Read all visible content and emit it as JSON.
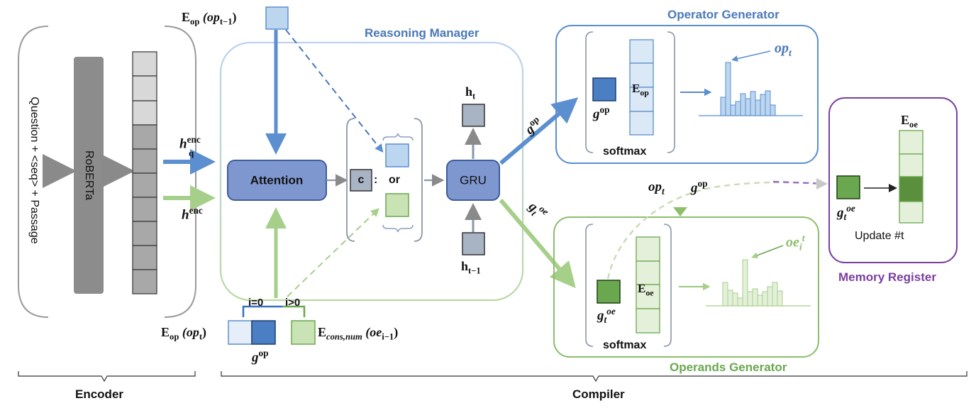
{
  "encoder_side_label": "Question + <seq> + Passage",
  "roberta_label": "RoBERTa",
  "sections": {
    "encoder": "Encoder",
    "compiler": "Compiler"
  },
  "modules": {
    "reasoning_manager": "Reasoning Manager",
    "operator_generator": "Operator Generator",
    "operands_generator": "Operands Generator",
    "memory_register": "Memory Register"
  },
  "boxes": {
    "attention": "Attention",
    "gru": "GRU",
    "c": "c",
    "colon": ":",
    "or": "or",
    "softmax_op": "softmax",
    "softmax_oe": "softmax",
    "update": "Update #t"
  },
  "math": {
    "e_op_prev": {
      "main": "E",
      "sub": "op",
      "arg_prefix": "(op",
      "arg_sub": "t−1",
      "arg_suffix": ")"
    },
    "e_op_cur": {
      "main": "E",
      "sub": "op",
      "arg_prefix": "(op",
      "arg_sub": "t",
      "arg_suffix": ")"
    },
    "e_cons_num": {
      "main": "E",
      "sub": "cons,num",
      "arg_prefix": "(oe",
      "arg_sub": "i−1",
      "arg_suffix": ")"
    },
    "h_q_enc": {
      "main": "h",
      "sub": "q",
      "sup": "enc"
    },
    "h_enc": {
      "main": "h",
      "sup": "enc"
    },
    "g_op_bottom": {
      "main": "g",
      "sup": "op"
    },
    "g_op_arrow": {
      "main": "g",
      "sup": "op"
    },
    "g_op_box": {
      "main": "g",
      "sup": "op"
    },
    "g_t_oe_arrow": {
      "main": "g",
      "sub": "t",
      "sup": "oe"
    },
    "g_t_oe_box": {
      "main": "g",
      "sub": "t",
      "sup": "oe"
    },
    "g_t_oe_mem": {
      "main": "g",
      "sub": "t",
      "sup": "oe"
    },
    "h_t": {
      "main": "h",
      "sub": "t"
    },
    "h_t_minus_1": {
      "main": "h",
      "sub": "t−1"
    },
    "E_op_col": {
      "main": "E",
      "sub": "op"
    },
    "E_oe_col": {
      "main": "E",
      "sub": "oe"
    },
    "E_oe_mem": {
      "main": "E",
      "sub": "oe"
    },
    "op_t_out": {
      "main": "op",
      "sub": "t"
    },
    "op_t_mid": {
      "main": "op",
      "sub": "t"
    },
    "g_op_mid": {
      "main": "g",
      "sup": "op"
    },
    "oe_i_t": {
      "main": "oe",
      "sub": "i",
      "sup": "t"
    },
    "i_eq_0": "i=0",
    "i_gt_0": "i>0"
  },
  "colors": {
    "blue": "#5b8fd0",
    "blue_light": "#bcd6f0",
    "green": "#8cbf6a",
    "green_light": "#c9e3b5",
    "gray": "#8a8a8a",
    "purple": "#7b3fa0",
    "attention_fill": "#7f97cf"
  }
}
